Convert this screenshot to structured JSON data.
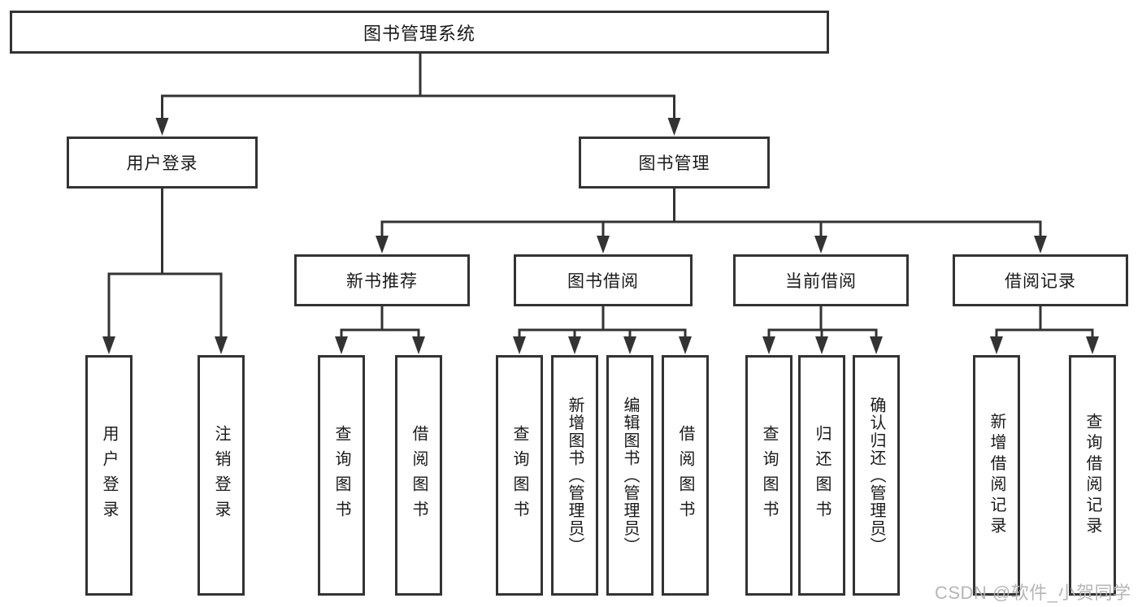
{
  "tree": {
    "root": "图书管理系统",
    "branches": [
      {
        "label": "用户登录",
        "leaves": [
          "用户登录",
          "注销登录"
        ]
      },
      {
        "label": "图书管理",
        "groups": [
          {
            "label": "新书推荐",
            "leaves": [
              "查询图书",
              "借阅图书"
            ]
          },
          {
            "label": "图书借阅",
            "leaves": [
              "查询图书",
              "新增图书（管理员）",
              "编辑图书（管理员）",
              "借阅图书"
            ]
          },
          {
            "label": "当前借阅",
            "leaves": [
              "查询图书",
              "归还图书",
              "确认归还（管理员）"
            ]
          },
          {
            "label": "借阅记录",
            "leaves": [
              "新增借阅记录",
              "查询借阅记录"
            ]
          }
        ]
      }
    ]
  },
  "watermark": "CSDN @软件_小贺同学",
  "colors": {
    "line": "#333333",
    "box_border": "#333333",
    "box_fill": "#ffffff",
    "text": "#1a1a1a",
    "watermark": "#b2b2b2",
    "background": "#ffffff"
  }
}
